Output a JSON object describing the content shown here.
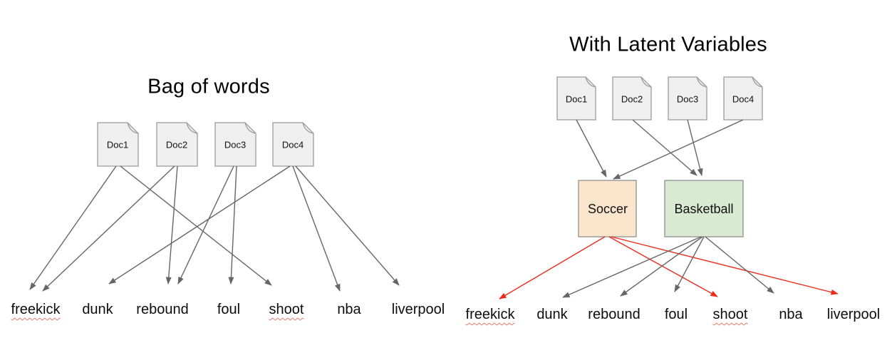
{
  "colors": {
    "doc_fill": "#efefef",
    "doc_border": "#9b9b9b",
    "soccer_fill": "#fce5cd",
    "basketball_fill": "#d9ead3",
    "topic_border": "#8f8f8f",
    "arrow_gray": "#666666",
    "arrow_red": "#ee2b1c",
    "squiggle_red": "#e8776b",
    "text": "#000000"
  },
  "left": {
    "title": "Bag of words",
    "docs": [
      {
        "label": "Doc1"
      },
      {
        "label": "Doc2"
      },
      {
        "label": "Doc3"
      },
      {
        "label": "Doc4"
      }
    ],
    "words": [
      {
        "text": "freekick",
        "misspelled": true
      },
      {
        "text": "dunk",
        "misspelled": false
      },
      {
        "text": "rebound",
        "misspelled": false
      },
      {
        "text": "foul",
        "misspelled": false
      },
      {
        "text": "shoot",
        "misspelled": true
      },
      {
        "text": "nba",
        "misspelled": false
      },
      {
        "text": "liverpool",
        "misspelled": false
      }
    ],
    "edges": [
      {
        "from": "Doc1",
        "to": "freekick"
      },
      {
        "from": "Doc2",
        "to": "freekick"
      },
      {
        "from": "Doc2",
        "to": "rebound"
      },
      {
        "from": "Doc3",
        "to": "rebound"
      },
      {
        "from": "Doc3",
        "to": "foul"
      },
      {
        "from": "Doc1",
        "to": "shoot"
      },
      {
        "from": "Doc4",
        "to": "dunk"
      },
      {
        "from": "Doc4",
        "to": "nba"
      },
      {
        "from": "Doc4",
        "to": "liverpool"
      }
    ]
  },
  "right": {
    "title": "With Latent Variables",
    "docs": [
      {
        "label": "Doc1"
      },
      {
        "label": "Doc2"
      },
      {
        "label": "Doc3"
      },
      {
        "label": "Doc4"
      }
    ],
    "topics": [
      {
        "label": "Soccer",
        "fill": "#fce5cd"
      },
      {
        "label": "Basketball",
        "fill": "#d9ead3"
      }
    ],
    "doc_edges": [
      {
        "from": "Doc1",
        "to": "Soccer",
        "color": "gray"
      },
      {
        "from": "Doc4",
        "to": "Soccer",
        "color": "gray"
      },
      {
        "from": "Doc2",
        "to": "Basketball",
        "color": "gray"
      },
      {
        "from": "Doc3",
        "to": "Basketball",
        "color": "gray"
      }
    ],
    "topic_edges": [
      {
        "from": "Soccer",
        "to": "freekick",
        "color": "red"
      },
      {
        "from": "Soccer",
        "to": "shoot",
        "color": "red"
      },
      {
        "from": "Soccer",
        "to": "liverpool",
        "color": "red"
      },
      {
        "from": "Basketball",
        "to": "dunk",
        "color": "gray"
      },
      {
        "from": "Basketball",
        "to": "rebound",
        "color": "gray"
      },
      {
        "from": "Basketball",
        "to": "foul",
        "color": "gray"
      },
      {
        "from": "Basketball",
        "to": "nba",
        "color": "gray"
      }
    ],
    "words": [
      {
        "text": "freekick",
        "misspelled": true
      },
      {
        "text": "dunk",
        "misspelled": false
      },
      {
        "text": "rebound",
        "misspelled": false
      },
      {
        "text": "foul",
        "misspelled": false
      },
      {
        "text": "shoot",
        "misspelled": true
      },
      {
        "text": "nba",
        "misspelled": false
      },
      {
        "text": "liverpool",
        "misspelled": false
      }
    ]
  }
}
